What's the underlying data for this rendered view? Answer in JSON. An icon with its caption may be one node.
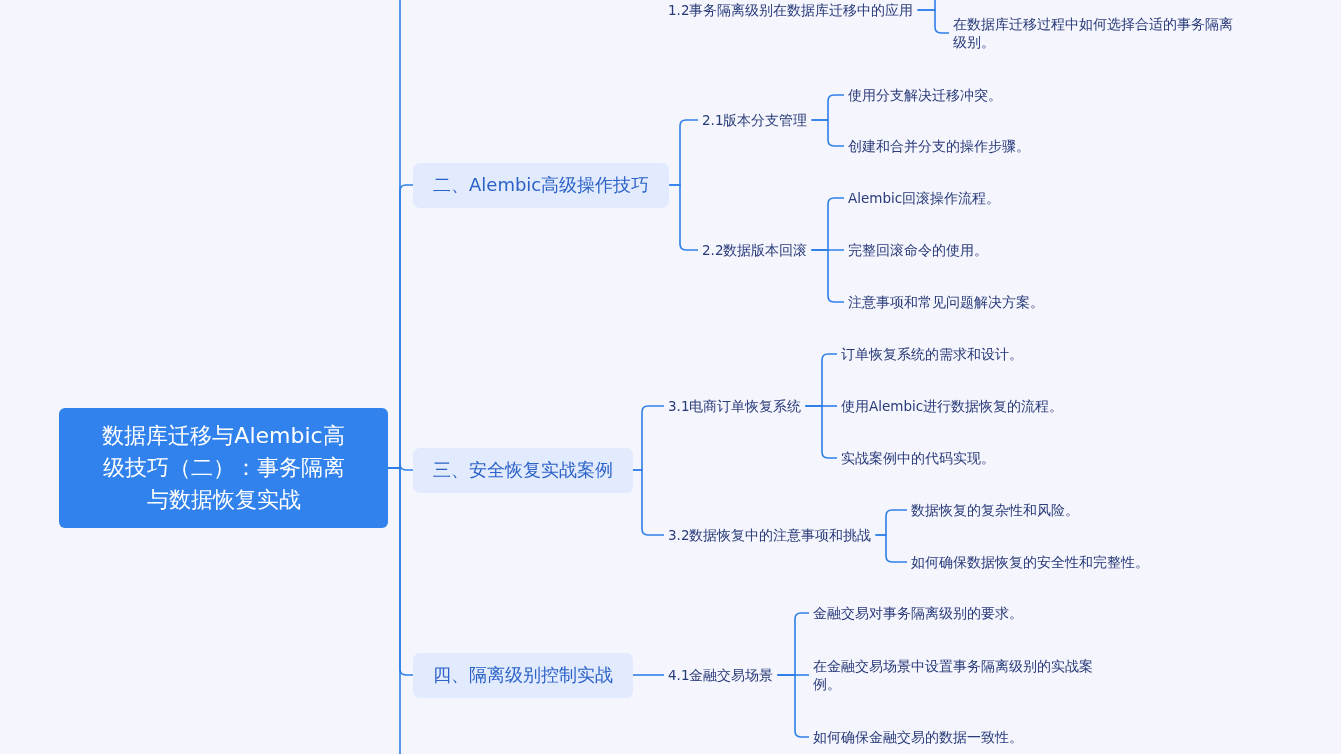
{
  "diagram": {
    "nodes": [
      {
        "text": [
          "数据库迁移与Alembic高级技巧（二）：事务隔离与数据恢复实战"
        ]
      },
      {
        "text": [
          "1.2事务隔离级别在数据库迁移中的应用"
        ]
      },
      {
        "text": [
          "在数据库迁移过程中如何选择合适的事务隔离级别。"
        ]
      },
      {
        "text": [
          "二、Alembic高级操作技巧"
        ]
      },
      {
        "text": [
          "2.1版本分支管理"
        ]
      },
      {
        "text": [
          "使用分支解决迁移冲突。"
        ]
      },
      {
        "text": [
          "创建和合并分支的操作步骤。"
        ]
      },
      {
        "text": [
          "2.2数据版本回滚"
        ]
      },
      {
        "text": [
          "Alembic回滚操作流程。"
        ]
      },
      {
        "text": [
          "完整回滚命令的使用。"
        ]
      },
      {
        "text": [
          "注意事项和常见问题解决方案。"
        ]
      },
      {
        "text": [
          "三、安全恢复实战案例"
        ]
      },
      {
        "text": [
          "3.1电商订单恢复系统"
        ]
      },
      {
        "text": [
          "订单恢复系统的需求和设计。"
        ]
      },
      {
        "text": [
          "使用Alembic进行数据恢复的流程。"
        ]
      },
      {
        "text": [
          "实战案例中的代码实现。"
        ]
      },
      {
        "text": [
          "3.2数据恢复中的注意事项和挑战"
        ]
      },
      {
        "text": [
          "数据恢复的复杂性和风险。"
        ]
      },
      {
        "text": [
          "如何确保数据恢复的安全性和完整性。"
        ]
      },
      {
        "text": [
          "四、隔离级别控制实战"
        ]
      },
      {
        "text": [
          "4.1金融交易场景"
        ]
      },
      {
        "text": [
          "金融交易对事务隔离级别的要求。"
        ]
      },
      {
        "text": [
          "在金融交易场景中设置事务隔离级别的实战案例。"
        ]
      },
      {
        "text": [
          "如何确保金融交易的数据一致性。"
        ]
      }
    ],
    "edges": [
      {
        "from": 0,
        "to": null,
        "arrow": "none"
      },
      {
        "from": 0,
        "to": 3,
        "arrow": "none"
      },
      {
        "from": 0,
        "to": 11,
        "arrow": "none"
      },
      {
        "from": 0,
        "to": 19,
        "arrow": "none"
      },
      {
        "from": 0,
        "to": null,
        "arrow": "none"
      },
      {
        "from": 1,
        "to": null,
        "arrow": "none"
      },
      {
        "from": 1,
        "to": 2,
        "arrow": "none"
      },
      {
        "from": 3,
        "to": 4,
        "arrow": "none"
      },
      {
        "from": 3,
        "to": 7,
        "arrow": "none"
      },
      {
        "from": 4,
        "to": 5,
        "arrow": "none"
      },
      {
        "from": 4,
        "to": 6,
        "arrow": "none"
      },
      {
        "from": 7,
        "to": 8,
        "arrow": "none"
      },
      {
        "from": 7,
        "to": 9,
        "arrow": "none"
      },
      {
        "from": 7,
        "to": 10,
        "arrow": "none"
      },
      {
        "from": 11,
        "to": 12,
        "arrow": "none"
      },
      {
        "from": 11,
        "to": 16,
        "arrow": "none"
      },
      {
        "from": 12,
        "to": 13,
        "arrow": "none"
      },
      {
        "from": 12,
        "to": 14,
        "arrow": "none"
      },
      {
        "from": 12,
        "to": 15,
        "arrow": "none"
      },
      {
        "from": 16,
        "to": 17,
        "arrow": "none"
      },
      {
        "from": 16,
        "to": 18,
        "arrow": "none"
      },
      {
        "from": 19,
        "to": 20,
        "arrow": "none"
      },
      {
        "from": 20,
        "to": 21,
        "arrow": "none"
      },
      {
        "from": 20,
        "to": 22,
        "arrow": "none"
      },
      {
        "from": 20,
        "to": 23,
        "arrow": "none"
      }
    ]
  }
}
